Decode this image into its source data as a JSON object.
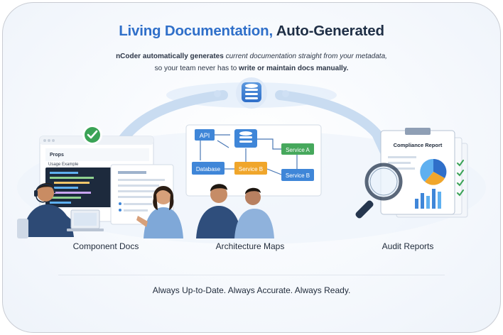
{
  "header": {
    "title_part1": "Living Documentation,",
    "title_part2": "Auto-Generated",
    "subtitle_line1_a": "nCoder automatically generates",
    "subtitle_line1_b": "current documentation straight from your metadata,",
    "subtitle_line2_a": "so your team never has to",
    "subtitle_line2_b": "write or maintain docs manually."
  },
  "panels": {
    "component": {
      "label": "Component Docs",
      "doc_heading": "Props",
      "doc_subheading": "Usage Example"
    },
    "architecture": {
      "label": "Architecture Maps",
      "nodes": {
        "api": "API",
        "database": "Database",
        "service_a": "Service A",
        "service_b_center": "Service B",
        "service_b": "Service B"
      }
    },
    "audit": {
      "label": "Audit Reports",
      "report_title": "Compliance Report"
    }
  },
  "footer": {
    "tagline": "Always Up-to-Date. Always Accurate. Always Ready."
  },
  "colors": {
    "title_blue": "#2f6fc9",
    "title_dark": "#1f2f46",
    "node_blue": "#3f86d8",
    "node_green": "#46a85c",
    "node_orange": "#f0a62b",
    "check_green": "#3aa356"
  },
  "icons": [
    "database-icon",
    "check-icon",
    "magnifier-icon",
    "headset-icon",
    "pie-chart-icon",
    "bar-chart-icon"
  ]
}
